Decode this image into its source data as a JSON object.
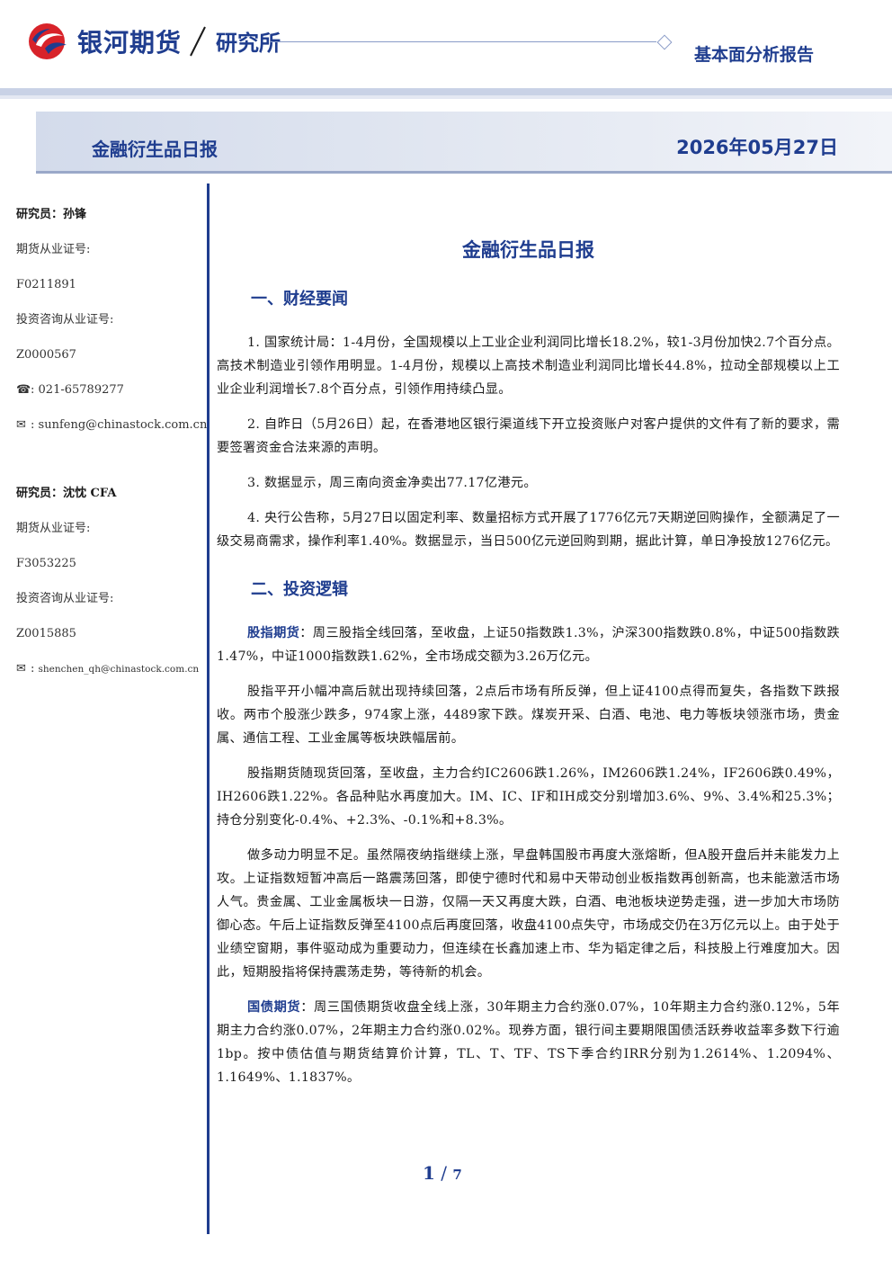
{
  "header": {
    "company": "银河期货",
    "institute": "研究所",
    "report_type": "基本面分析报告",
    "report_title": "金融衍生品日报",
    "date": "2026年05月27日"
  },
  "sidebar": {
    "analyst1": {
      "label": "研究员：孙锋",
      "futures_cert_label": "期货从业证号:",
      "futures_cert": "F0211891",
      "consult_cert_label": "投资咨询从业证号:",
      "consult_cert": "Z0000567",
      "phone_prefix": ":",
      "phone": "021-65789277",
      "email_prefix": ":",
      "email": "sunfeng@chinastock.com.cn"
    },
    "analyst2": {
      "label": "研究员：沈忱  CFA",
      "futures_cert_label": "期货从业证号:",
      "futures_cert": "F3053225",
      "consult_cert_label": "投资咨询从业证号:",
      "consult_cert": "Z0015885",
      "email_prefix": ":",
      "email": "shenchen_qh@chinastock.com.cn"
    }
  },
  "main": {
    "title": "金融衍生品日报",
    "section1": {
      "heading": "一、财经要闻",
      "items": [
        "1. 国家统计局：1-4月份，全国规模以上工业企业利润同比增长18.2%，较1-3月份加快2.7个百分点。高技术制造业引领作用明显。1-4月份，规模以上高技术制造业利润同比增长44.8%，拉动全部规模以上工业企业利润增长7.8个百分点，引领作用持续凸显。",
        "2. 自昨日（5月26日）起，在香港地区银行渠道线下开立投资账户对客户提供的文件有了新的要求，需要签署资金合法来源的声明。",
        "3. 数据显示，周三南向资金净卖出77.17亿港元。",
        "4. 央行公告称，5月27日以固定利率、数量招标方式开展了1776亿元7天期逆回购操作，全额满足了一级交易商需求，操作利率1.40%。数据显示，当日500亿元逆回购到期，据此计算，单日净投放1276亿元。"
      ]
    },
    "section2": {
      "heading": "二、投资逻辑",
      "stock_label": "股指期货",
      "stock_p1": "：周三股指全线回落，至收盘，上证50指数跌1.3%，沪深300指数跌0.8%，中证500指数跌1.47%，中证1000指数跌1.62%，全市场成交额为3.26万亿元。",
      "stock_p2": "股指平开小幅冲高后就出现持续回落，2点后市场有所反弹，但上证4100点得而复失，各指数下跌报收。两市个股涨少跌多，974家上涨，4489家下跌。煤炭开采、白酒、电池、电力等板块领涨市场，贵金属、通信工程、工业金属等板块跌幅居前。",
      "stock_p3": "股指期货随现货回落，至收盘，主力合约IC2606跌1.26%，IM2606跌1.24%，IF2606跌0.49%，IH2606跌1.22%。各品种贴水再度加大。IM、IC、IF和IH成交分别增加3.6%、9%、3.4%和25.3%；持仓分别变化-0.4%、+2.3%、-0.1%和+8.3%。",
      "stock_p4": "做多动力明显不足。虽然隔夜纳指继续上涨，早盘韩国股市再度大涨熔断，但A股开盘后并未能发力上攻。上证指数短暂冲高后一路震荡回落，即使宁德时代和易中天带动创业板指数再创新高，也未能激活市场人气。贵金属、工业金属板块一日游，仅隔一天又再度大跌，白酒、电池板块逆势走强，进一步加大市场防御心态。午后上证指数反弹至4100点后再度回落，收盘4100点失守，市场成交仍在3万亿元以上。由于处于业绩空窗期，事件驱动成为重要动力，但连续在长鑫加速上市、华为韬定律之后，科技股上行难度加大。因此，短期股指将保持震荡走势，等待新的机会。",
      "bond_label": "国债期货",
      "bond_p1": "：周三国债期货收盘全线上涨，30年期主力合约涨0.07%，10年期主力合约涨0.12%，5年期主力合约涨0.07%，2年期主力合约涨0.02%。现券方面，银行间主要期限国债活跃券收益率多数下行逾1bp。按中债估值与期货结算价计算，TL、T、TF、TS下季合约IRR分别为1.2614%、1.2094%、1.1649%、1.1837%。"
    }
  },
  "footer": {
    "page_current": "1",
    "page_sep": "/",
    "page_total": "7"
  },
  "colors": {
    "brand_blue": "#1f3d8f",
    "brand_red": "#d8232a"
  }
}
